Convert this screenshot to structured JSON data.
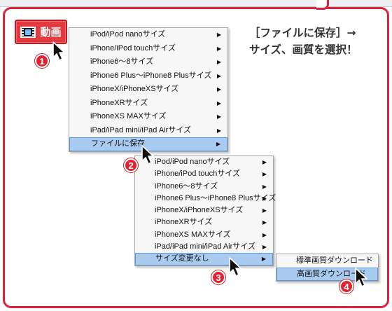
{
  "video_button": {
    "label": "動画",
    "icon": "film-icon"
  },
  "instruction": {
    "line1": "［ファイルに保存］→",
    "line2": "サイズ、画質を選択！"
  },
  "menu1": {
    "items": [
      {
        "label": "iPod/iPod nanoサイズ",
        "arrow": "▶"
      },
      {
        "label": "iPhone/iPod touchサイズ",
        "arrow": "▶"
      },
      {
        "label": "iPhone6〜8サイズ",
        "arrow": "▶"
      },
      {
        "label": "iPhone6 Plus〜iPhone8 Plusサイズ",
        "arrow": "▶"
      },
      {
        "label": "iPhoneX/iPhoneXSサイズ",
        "arrow": "▶"
      },
      {
        "label": "iPhoneXRサイズ",
        "arrow": "▶"
      },
      {
        "label": "iPhoneXS MAXサイズ",
        "arrow": "▶"
      },
      {
        "label": "iPad/iPad mini/iPad Airサイズ",
        "arrow": "▶"
      },
      {
        "label": "ファイルに保存",
        "arrow": "▶"
      }
    ]
  },
  "menu2": {
    "items": [
      {
        "label": "iPod/iPod nanoサイズ",
        "arrow": "▶"
      },
      {
        "label": "iPhone/iPod touchサイズ",
        "arrow": "▶"
      },
      {
        "label": "iPhone6〜8サイズ",
        "arrow": "▶"
      },
      {
        "label": "iPhone6 Plus〜iPhone8 Plusサイズ",
        "arrow": "▶"
      },
      {
        "label": "iPhoneX/iPhoneXSサイズ",
        "arrow": "▶"
      },
      {
        "label": "iPhoneXRサイズ",
        "arrow": "▶"
      },
      {
        "label": "iPhoneXS MAXサイズ",
        "arrow": "▶"
      },
      {
        "label": "iPad/iPad mini/iPad Airサイズ",
        "arrow": "▶"
      },
      {
        "label": "サイズ変更なし",
        "arrow": "▶"
      }
    ]
  },
  "menu3": {
    "items": [
      {
        "label": "標準画質ダウンロード"
      },
      {
        "label": "高画質ダウンロード"
      }
    ]
  },
  "steps": [
    "1",
    "2",
    "3",
    "4"
  ],
  "colors": {
    "accent": "#d9233b",
    "highlight": "#a9cbf0",
    "step_badge": "#e1232f"
  }
}
